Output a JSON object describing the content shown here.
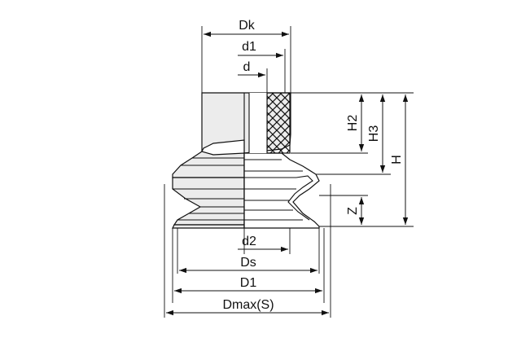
{
  "colors": {
    "body_fill": "#ececec",
    "outline": "#111111",
    "section_fill": "#ffffff"
  },
  "labels": {
    "Dk": "Dk",
    "d1": "d1",
    "d": "d",
    "H2": "H2",
    "H3": "H3",
    "H": "H",
    "Z": "Z",
    "d2": "d2",
    "Ds": "Ds",
    "D1": "D1",
    "Dmax": "Dmax(S)"
  }
}
